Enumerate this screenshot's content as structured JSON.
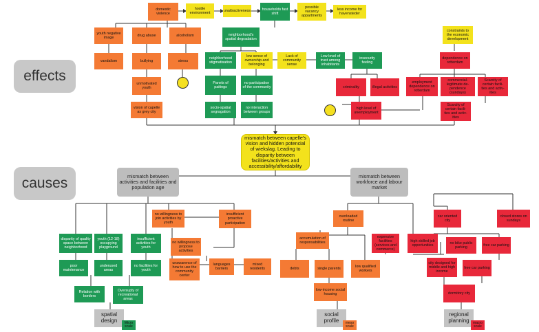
{
  "sections": {
    "effects": "effects",
    "causes": "causes"
  },
  "center": "mismatch between capelle's vision and hidden potencial of wiekslag. Leading to disparity between facilities/activities and accessibility/affordability",
  "mismatch": {
    "activities": "mismatch between activities and facilities and population age",
    "workforce": "mismatch between workforce and labour market"
  },
  "effects": {
    "domestic_violence": "domestic violence",
    "hostile_environment": "hostile environment",
    "unattractiveness": "unattractiveness",
    "households_fast_shift": "households fast shift",
    "vacancy": "possible vacancy appartments",
    "less_income": "less income for havensteder",
    "youth_negative_image": "youth negative image",
    "drug_abuse": "drug abuse",
    "alcoholism": "alcoholism",
    "spatial_degradation": "neighborhood's spatial degradation",
    "vandalism": "vandalism",
    "bullying": "bullying",
    "stress": "stress",
    "unmotivated_youth": "unmotivated youth",
    "vision_grey": "vision of capelle as grey city",
    "stigmatisation": "neighborhood stigmatisation",
    "low_ownership": "low sense of ownership and belonging",
    "lack_community": "Lack of community sense",
    "low_trust": "Low level of trust among inhabitants",
    "insecurity": "insecurity feeling",
    "panels": "Panels of paitings",
    "no_participation": "no participation of the community",
    "segregation": "socio-spatial segragation",
    "no_interaction": "no interaction between groups",
    "criminality": "criminality",
    "illegal_activities": "illegal activities",
    "unemployment": "high level of unemployment",
    "constraints": "constraints to the economic development",
    "dependence": "dependence on rotterdam",
    "employment_dependence": "employment dependence on rotterdam",
    "commercial_dependence": "commercial- legitimate de- pendence (sundays)",
    "scarcity1": "Scarcity of certain facili- ties and activ- ities",
    "scarcity2": "Scarcity of certain facili- ties and activ- ities"
  },
  "causes": {
    "disparity_quality": "disparity of quality space between neighborhood",
    "youth_playground": "youth (12-18) occupying playground",
    "insufficient_activities": "insufficient activities for youth",
    "no_willingness_join": "no willingness to join activities by youth",
    "insufficient_participation": "insufficient proactive participation",
    "no_willingness_propose": "no willingness to propose activities",
    "poor_maintenance": "poor maintenance",
    "underused_areas": "underused areas",
    "no_facilities_youth": "no facilities for youth",
    "unawareness": "unawarence of how to use the community center",
    "languages": "languages barriers",
    "mixed_residents": "mixed residents",
    "relation_borders": "Relation with borders",
    "oversupply": "Oversuply of recreational areas",
    "overloaded": "overloaded routine",
    "accumulation": "accumulation of responsabilities",
    "debts": "debts",
    "single_parents": "single parents",
    "low_qualified": "low qualified workers",
    "low_income_housing": "low-income social housing",
    "expensive_facilities": "expensive facilities (services and commerce)",
    "high_skilled": "high skilled job opportunities",
    "city_designed": "city designed for middle and high income",
    "car_oriented": "car oriented city",
    "no_bike": "no bike public parking",
    "free_car1": "free car parking",
    "free_car2": "free car parking",
    "closed_stores": "closed stores on sundays",
    "dormitory": "dormitory city"
  },
  "footers": {
    "spatial": {
      "label": "spatial design",
      "tag": "Micro scale"
    },
    "social": {
      "label": "social profile",
      "tag": "meso scale"
    },
    "regional": {
      "label": "regional planning",
      "tag": "macro scale"
    }
  },
  "colors": {
    "orange": "#f47a34",
    "green": "#1e9a55",
    "yellow": "#f3e21c",
    "red": "#e8283a",
    "gray": "#c3c3c3"
  }
}
